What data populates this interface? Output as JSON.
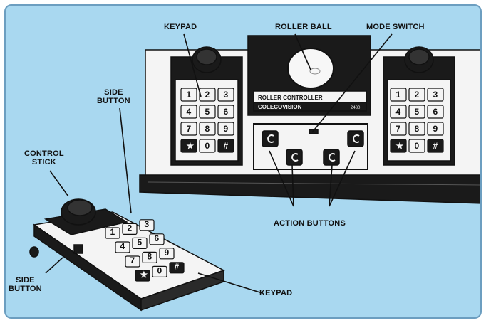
{
  "labels": {
    "keypad_top": "KEYPAD",
    "roller_ball": "ROLLER BALL",
    "mode_switch": "MODE SWITCH",
    "side_button_top_line1": "SIDE",
    "side_button_top_line2": "BUTTON",
    "control_stick_line1": "CONTROL",
    "control_stick_line2": "STICK",
    "action_buttons": "ACTION BUTTONS",
    "side_button_bottom_line1": "SIDE",
    "side_button_bottom_line2": "BUTTON",
    "keypad_bottom": "KEYPAD"
  },
  "device_text": {
    "roller_controller": "ROLLER CONTROLLER",
    "brand": "COLECOVISION",
    "model": "2480"
  },
  "keypad_keys": [
    "1",
    "2",
    "3",
    "4",
    "5",
    "6",
    "7",
    "8",
    "9",
    "★",
    "0",
    "#"
  ],
  "colors": {
    "background": "#a9d8f0",
    "device_body": "#f4f4f4",
    "device_dark": "#1a1a1a",
    "outline": "#111111"
  }
}
